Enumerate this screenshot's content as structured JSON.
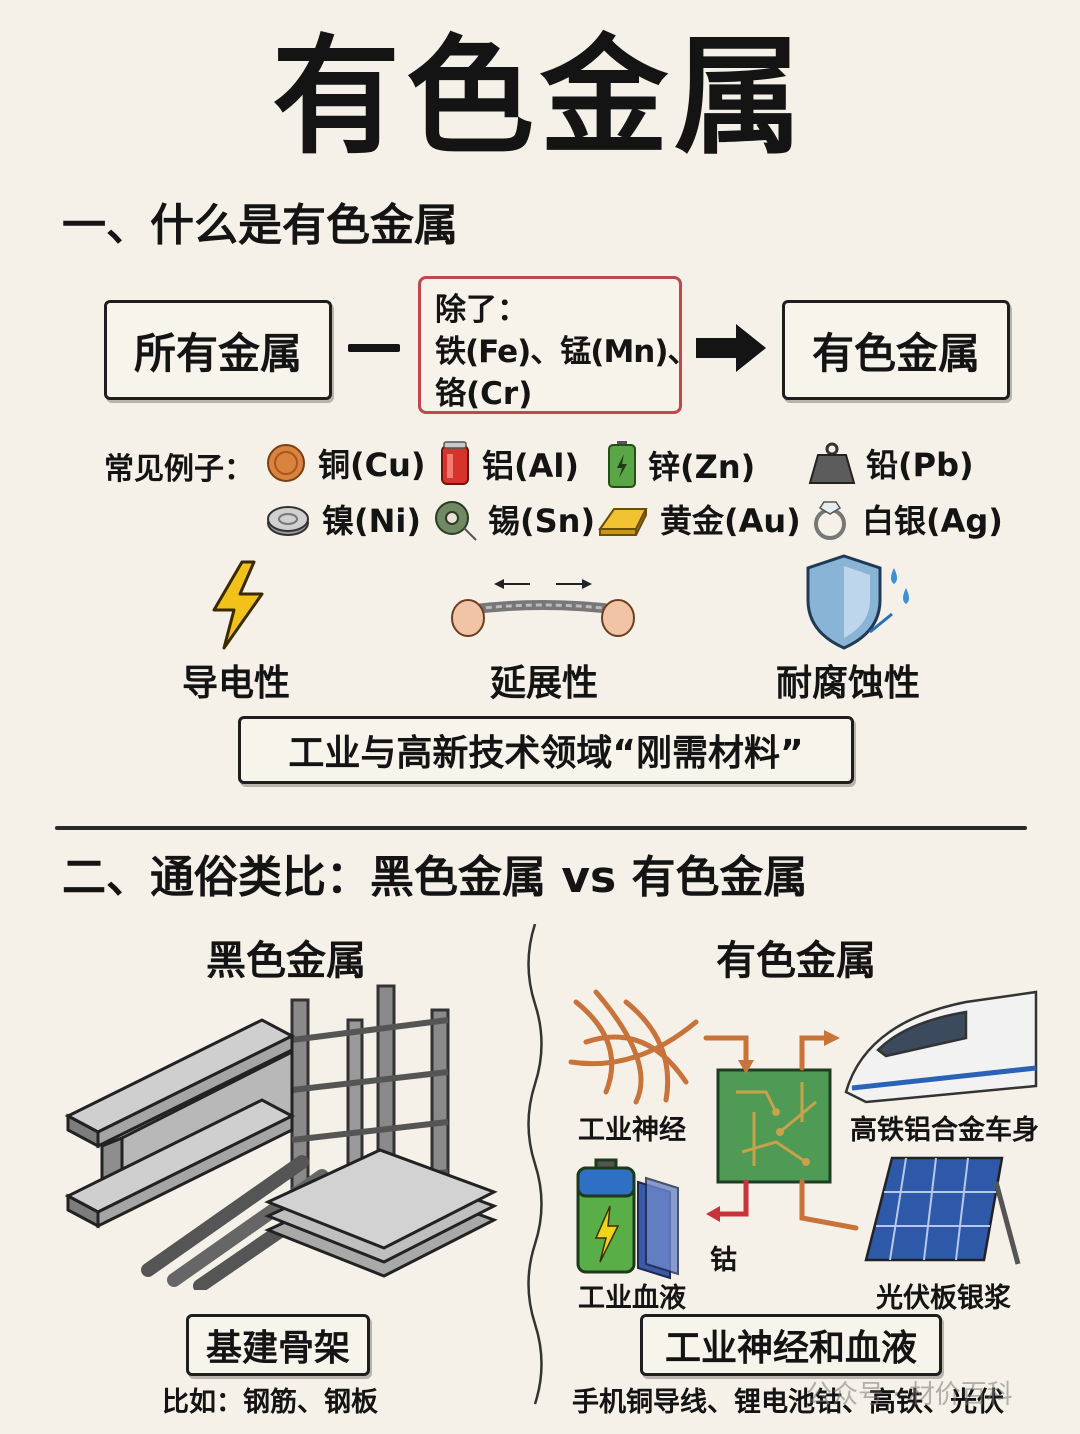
{
  "title": "有色金属",
  "section1": {
    "heading": "一、什么是有色金属",
    "equation": {
      "left": "所有金属",
      "minus": "—",
      "except_title": "除了：",
      "except_line1": "铁(Fe)、锰(Mn)、",
      "except_line2": "铬(Cr)",
      "result": "有色金属"
    },
    "examples_label": "常见例子：",
    "examples": [
      {
        "name": "铜(Cu)",
        "icon": "copper-coin-icon"
      },
      {
        "name": "铝(Al)",
        "icon": "aluminum-can-icon"
      },
      {
        "name": "锌(Zn)",
        "icon": "zinc-battery-icon"
      },
      {
        "name": "铅(Pb)",
        "icon": "lead-weight-icon"
      },
      {
        "name": "镍(Ni)",
        "icon": "nickel-coin-icon"
      },
      {
        "name": "锡(Sn)",
        "icon": "tin-solder-icon"
      },
      {
        "name": "黄金(Au)",
        "icon": "gold-bar-icon"
      },
      {
        "name": "白银(Ag)",
        "icon": "silver-ring-icon"
      }
    ],
    "properties": [
      {
        "name": "导电性",
        "icon": "lightning-icon"
      },
      {
        "name": "延展性",
        "icon": "stretch-icon"
      },
      {
        "name": "耐腐蚀性",
        "icon": "shield-icon"
      }
    ],
    "summary": "工业与高新技术领域“刚需材料”"
  },
  "section2": {
    "heading": "二、通俗类比：黑色金属 vs 有色金属",
    "ferrous": {
      "title": "黑色金属",
      "badge": "基建骨架",
      "example": "比如：钢筋、钢板"
    },
    "nonferrous": {
      "title": "有色金属",
      "labels": {
        "nerve": "工业神经",
        "train": "高铁铝合金车身",
        "cobalt": "钴",
        "blood": "工业血液",
        "solar": "光伏板银浆"
      },
      "badge": "工业神经和血液",
      "example": "手机铜导线、锂电池钴、高铁、光伏"
    }
  },
  "watermark": "公众号 · 材价百科",
  "colors": {
    "accent_red": "#c0474b",
    "ink": "#141414",
    "paper": "#f5f1e8"
  }
}
